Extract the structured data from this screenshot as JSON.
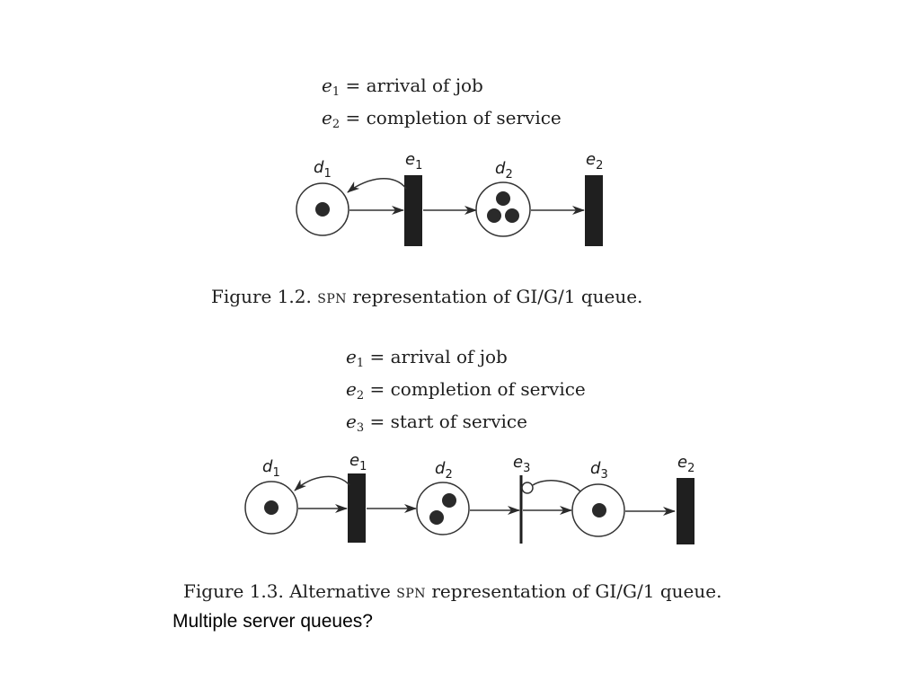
{
  "figure_1_2": {
    "legend": [
      {
        "symbol": "e",
        "subscript": "1",
        "definition": "= arrival of job"
      },
      {
        "symbol": "e",
        "subscript": "2",
        "definition": "= completion of service"
      }
    ],
    "labels": {
      "d1": {
        "base": "d",
        "sub": "1"
      },
      "e1": {
        "base": "e",
        "sub": "1"
      },
      "d2": {
        "base": "d",
        "sub": "2"
      },
      "e2": {
        "base": "e",
        "sub": "2"
      }
    },
    "caption": {
      "prefix": "Figure 1.2.",
      "smallcaps": "SPN",
      "rest": "representation of GI/G/1 queue."
    }
  },
  "figure_1_3": {
    "legend": [
      {
        "symbol": "e",
        "subscript": "1",
        "definition": "= arrival of job"
      },
      {
        "symbol": "e",
        "subscript": "2",
        "definition": "= completion of service"
      },
      {
        "symbol": "e",
        "subscript": "3",
        "definition": "= start of service"
      }
    ],
    "labels": {
      "d1": {
        "base": "d",
        "sub": "1"
      },
      "e1": {
        "base": "e",
        "sub": "1"
      },
      "d2": {
        "base": "d",
        "sub": "2"
      },
      "e3": {
        "base": "e",
        "sub": "3"
      },
      "d3": {
        "base": "d",
        "sub": "3"
      },
      "e2": {
        "base": "e",
        "sub": "2"
      }
    },
    "caption": {
      "prefix": "Figure 1.3. Alternative",
      "smallcaps": "SPN",
      "rest": "representation of GI/G/1 queue."
    }
  },
  "question": "Multiple server queues?"
}
